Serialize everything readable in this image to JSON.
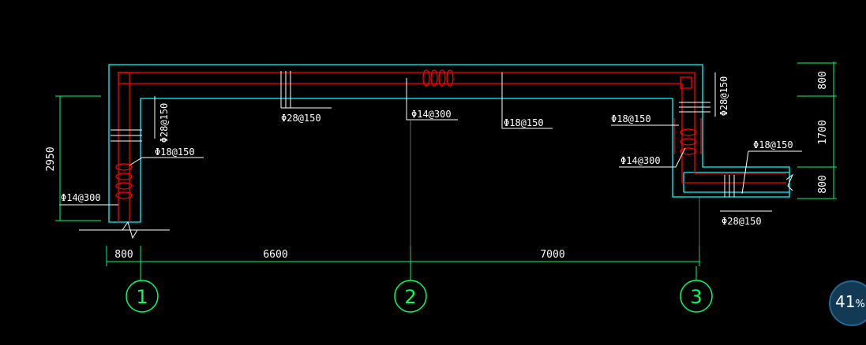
{
  "drawing": {
    "rebar_labels": {
      "left_vertical": "Φ28@150",
      "left_horizontal": "Φ18@150",
      "left_stirrup": "Φ14@300",
      "top_vertical": "Φ28@150",
      "top_stirrup": "Φ14@300",
      "top_horizontal": "Φ18@150",
      "right_vertical": "Φ28@150",
      "right_horizontal_1": "Φ18@150",
      "right_stirrup": "Φ14@300",
      "right_horizontal_2": "Φ18@150",
      "right_bottom_vertical": "Φ28@150"
    },
    "dimensions": {
      "left_height": "2950",
      "bottom_1": "800",
      "bottom_2": "6600",
      "bottom_3": "7000",
      "right_1": "800",
      "right_2": "1700",
      "right_3": "800"
    },
    "axes": [
      "1",
      "2",
      "3"
    ],
    "colors": {
      "background": "#000000",
      "concrete_outline": "#00ffff",
      "rebar": "#ff0000",
      "dimension": "#00ff66",
      "text": "#ffffff",
      "leader": "#ffffff"
    }
  },
  "progress_badge": {
    "value": "41",
    "unit": "%"
  }
}
